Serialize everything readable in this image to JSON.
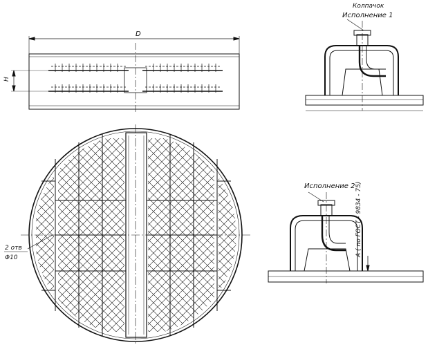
{
  "labels": {
    "title_cap": "Колпачок",
    "version_1": "Исполнение 1",
    "version_2": "Исполнение 2",
    "dim_D": "D",
    "dim_H": "H",
    "holes": "2 отв",
    "hole_diameter": "Φ10",
    "gost_note": "A ( по ГОСТ - 9834 - 75)"
  },
  "colors": {
    "line": "#111111",
    "background": "#ffffff"
  }
}
